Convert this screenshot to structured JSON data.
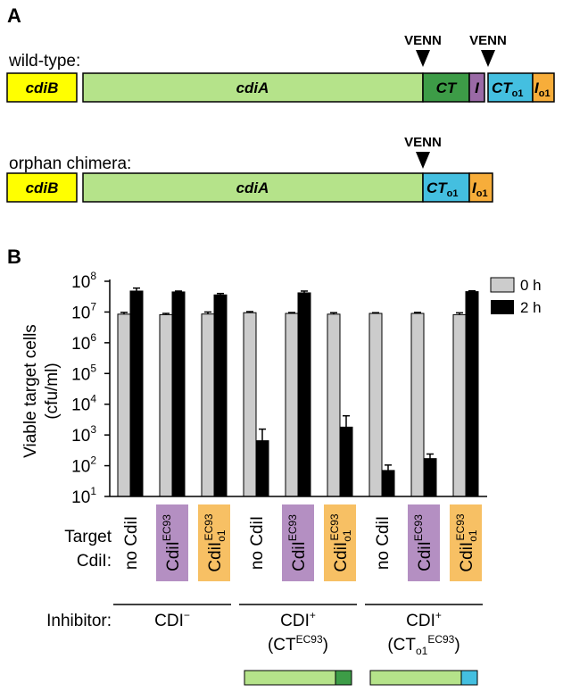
{
  "panels": {
    "a_label": "A",
    "b_label": "B"
  },
  "diagram": {
    "wild_type_label": "wild-type:",
    "orphan_label": "orphan chimera:",
    "venn": "VENN",
    "cdib": "cdiB",
    "cdia": "cdiA",
    "ct": "CT",
    "i": "I",
    "ct_sub": "o1",
    "i_sub": "o1",
    "colors": {
      "cdib": "#ffff00",
      "cdia": "#b5e38a",
      "ct": "#3d9c47",
      "i": "#9a6aa6",
      "ct_o1": "#44bfe0",
      "i_o1": "#f7ad3a"
    }
  },
  "chart_data": {
    "type": "bar",
    "ylabel_line1": "Viable target cells",
    "ylabel_line2": "(cfu/ml)",
    "yscale": "log",
    "ylim": [
      10,
      100000000
    ],
    "yticks": [
      {
        "base": "10",
        "exp": "1"
      },
      {
        "base": "10",
        "exp": "2"
      },
      {
        "base": "10",
        "exp": "3"
      },
      {
        "base": "10",
        "exp": "4"
      },
      {
        "base": "10",
        "exp": "5"
      },
      {
        "base": "10",
        "exp": "6"
      },
      {
        "base": "10",
        "exp": "7"
      },
      {
        "base": "10",
        "exp": "8"
      }
    ],
    "legend": [
      {
        "name": "0 h",
        "color": "#cccccc"
      },
      {
        "name": "2 h",
        "color": "#000000"
      }
    ],
    "legend_position": "top-right",
    "categories": [
      "no CdiI",
      "CdiI EC93",
      "CdiI o1 EC93",
      "no CdiI",
      "CdiI EC93",
      "CdiI o1 EC93",
      "no CdiI",
      "CdiI EC93",
      "CdiI o1 EC93"
    ],
    "series": [
      {
        "name": "0 h",
        "values": [
          8500000,
          8200000,
          8600000,
          9500000,
          9000000,
          8500000,
          9000000,
          9000000,
          8200000
        ],
        "errors": [
          1200000,
          800000,
          1400000,
          800000,
          600000,
          1000000,
          500000,
          700000,
          1200000
        ]
      },
      {
        "name": "2 h",
        "values": [
          48000000,
          45000000,
          36000000,
          650,
          42000000,
          1800,
          70,
          170,
          46000000
        ],
        "errors": [
          12000000,
          3000000,
          4000000,
          900,
          6000000,
          2400,
          35,
          70,
          3000000
        ]
      }
    ],
    "target_label_line1": "Target",
    "target_label_line2": "CdiI:",
    "target_items": [
      {
        "main": "no CdiI",
        "sup": "",
        "sub": "",
        "fill": "none"
      },
      {
        "main": "CdiI",
        "sup": "EC93",
        "sub": "",
        "fill": "#b48fc2"
      },
      {
        "main": "CdiI",
        "sup": "EC93",
        "sub": "o1",
        "fill": "#f7c064"
      },
      {
        "main": "no CdiI",
        "sup": "",
        "sub": "",
        "fill": "none"
      },
      {
        "main": "CdiI",
        "sup": "EC93",
        "sub": "",
        "fill": "#b48fc2"
      },
      {
        "main": "CdiI",
        "sup": "EC93",
        "sub": "o1",
        "fill": "#f7c064"
      },
      {
        "main": "no CdiI",
        "sup": "",
        "sub": "",
        "fill": "none"
      },
      {
        "main": "CdiI",
        "sup": "EC93",
        "sub": "",
        "fill": "#b48fc2"
      },
      {
        "main": "CdiI",
        "sup": "EC93",
        "sub": "o1",
        "fill": "#f7c064"
      }
    ],
    "inhibitor_label": "Inhibitor:",
    "groups": [
      {
        "main": "CDI",
        "sup": "−",
        "line2": "",
        "bar_end": ""
      },
      {
        "main": "CDI",
        "sup": "+",
        "line2_pre": "(CT",
        "line2_sup": "EC93",
        "line2_sub": "",
        "line2_post": ")",
        "bar_end": "#3d9c47"
      },
      {
        "main": "CDI",
        "sup": "+",
        "line2_pre": "(CT",
        "line2_sup": "EC93",
        "line2_sub": "o1",
        "line2_post": ")",
        "bar_end": "#44bfe0"
      }
    ]
  }
}
